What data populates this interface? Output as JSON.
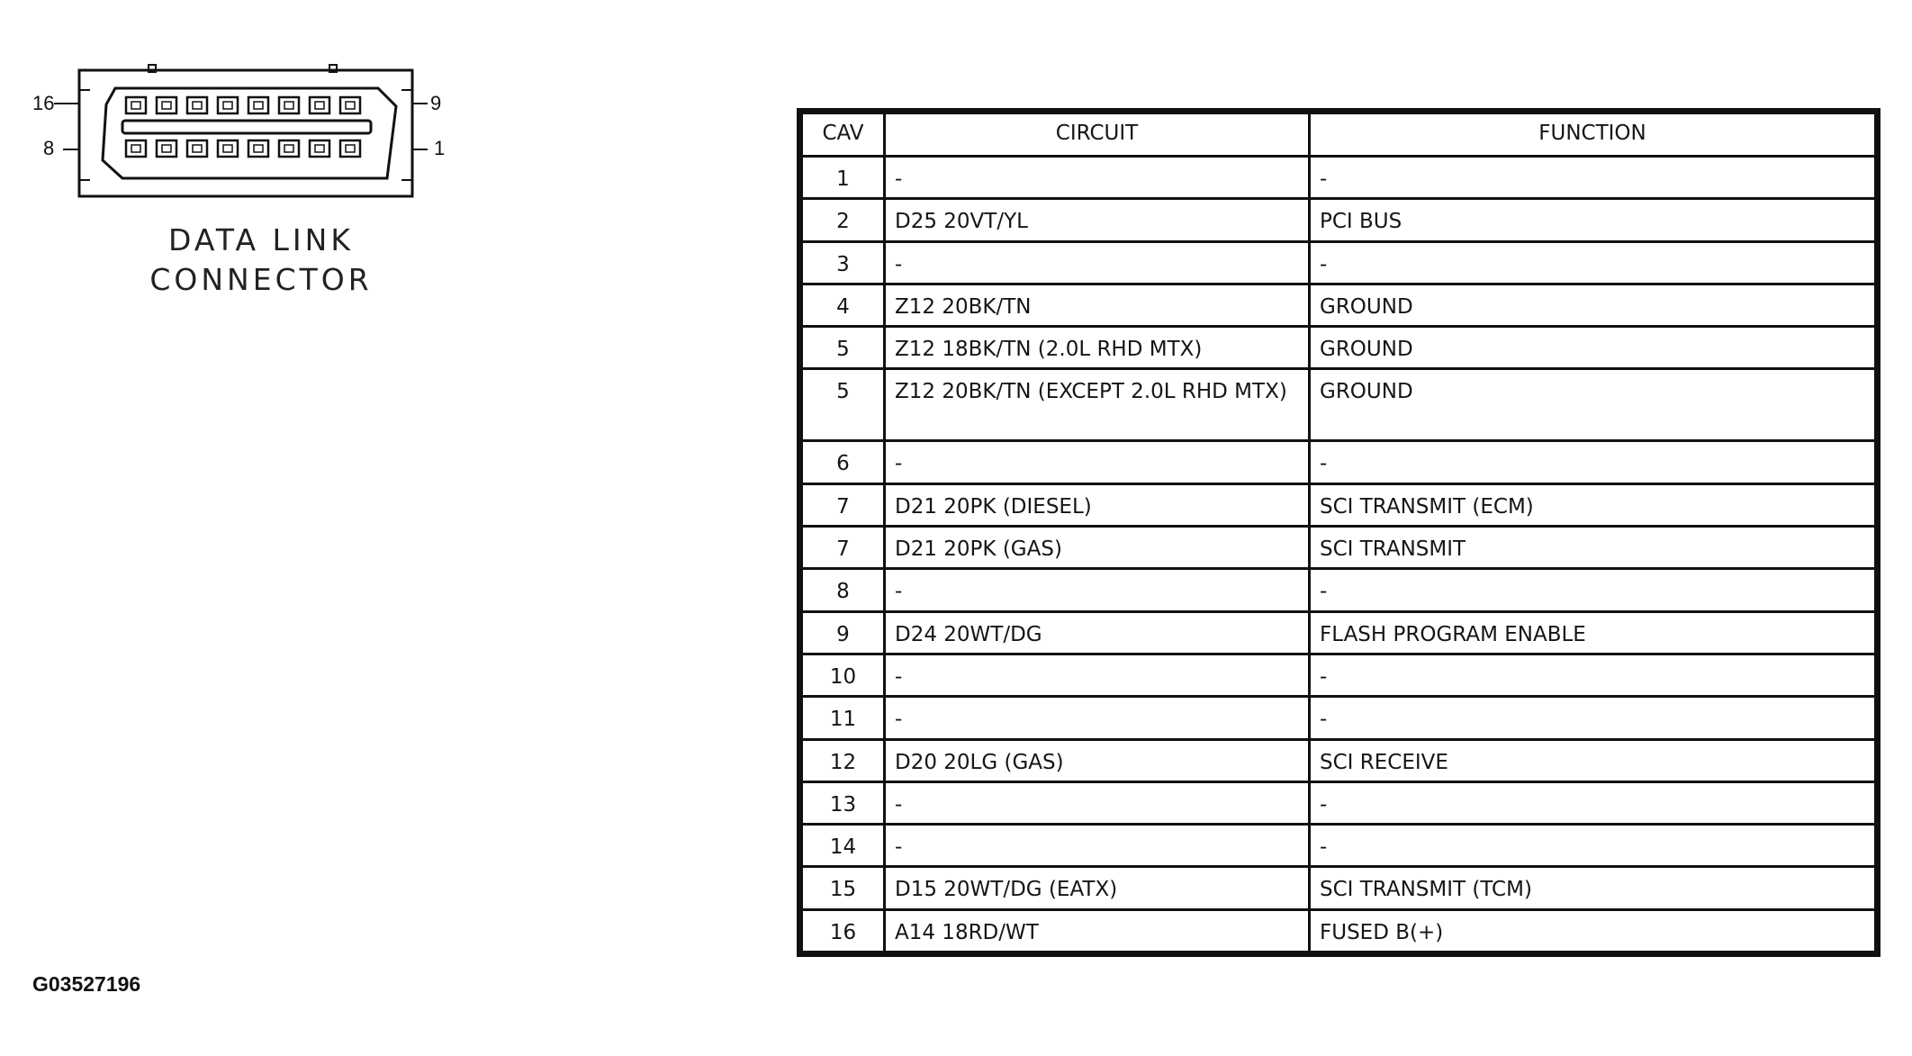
{
  "connector": {
    "pin_labels": {
      "top_left": "16",
      "bottom_left": "8",
      "top_right": "9",
      "bottom_right": "1"
    },
    "pin_count_per_row": 8,
    "caption_line1": "DATA LINK",
    "caption_line2": "CONNECTOR"
  },
  "table": {
    "headers": {
      "cav": "CAV",
      "circuit": "CIRCUIT",
      "function": "FUNCTION"
    },
    "rows": [
      {
        "cav": "1",
        "circuit": "-",
        "function": "-"
      },
      {
        "cav": "2",
        "circuit": "D25 20VT/YL",
        "function": "PCI BUS"
      },
      {
        "cav": "3",
        "circuit": "-",
        "function": "-"
      },
      {
        "cav": "4",
        "circuit": "Z12 20BK/TN",
        "function": "GROUND"
      },
      {
        "cav": "5",
        "circuit": "Z12 18BK/TN (2.0L RHD MTX)",
        "function": "GROUND"
      },
      {
        "cav": "5",
        "circuit": "Z12 20BK/TN (EXCEPT 2.0L RHD MTX)",
        "function": "GROUND"
      },
      {
        "cav": "6",
        "circuit": "-",
        "function": "-"
      },
      {
        "cav": "7",
        "circuit": "D21 20PK (DIESEL)",
        "function": "SCI TRANSMIT (ECM)"
      },
      {
        "cav": "7",
        "circuit": "D21 20PK (GAS)",
        "function": "SCI TRANSMIT"
      },
      {
        "cav": "8",
        "circuit": "-",
        "function": "-"
      },
      {
        "cav": "9",
        "circuit": "D24 20WT/DG",
        "function": "FLASH PROGRAM ENABLE"
      },
      {
        "cav": "10",
        "circuit": "-",
        "function": "-"
      },
      {
        "cav": "11",
        "circuit": "-",
        "function": "-"
      },
      {
        "cav": "12",
        "circuit": "D20 20LG (GAS)",
        "function": "SCI RECEIVE"
      },
      {
        "cav": "13",
        "circuit": "-",
        "function": "-"
      },
      {
        "cav": "14",
        "circuit": "-",
        "function": "-"
      },
      {
        "cav": "15",
        "circuit": "D15 20WT/DG (EATX)",
        "function": "SCI TRANSMIT (TCM)"
      },
      {
        "cav": "16",
        "circuit": "A14 18RD/WT",
        "function": "FUSED B(+)"
      }
    ]
  },
  "figure_code": "G03527196"
}
